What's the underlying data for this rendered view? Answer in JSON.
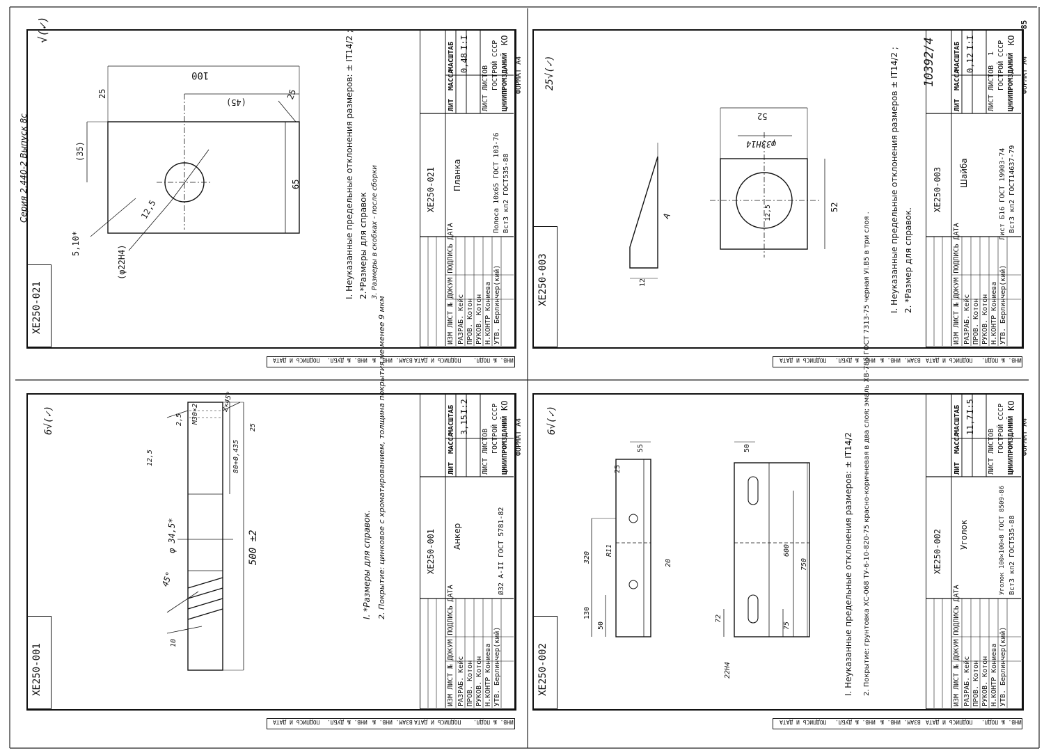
{
  "series_header": "Серия 2.440-2 Выпуск 8с",
  "sheet_number": "85",
  "archive_number": "10392/4",
  "common": {
    "format": "ФОРМАТ А4",
    "org": "ЦНИИПРОМЗДАНИЙ",
    "org2": "ГОСТРОЙ СССР",
    "lit_col": "ЛИТ",
    "mass_col": "МАССА",
    "scale_col": "МАСШТАБ",
    "sheet_col": "ЛИСТ",
    "sheets_col": "ЛИСТОВ",
    "sheets_val": "1",
    "lit_val": "КО",
    "rows": [
      "ИЗМ ЛИСТ № ДОКУМ ПОДПИСЬ ДАТА",
      "РАЗРАБ. Кейс",
      "ПРОВ. Котон",
      "РУКОВ. Котон",
      "Н.КОНТР Кониева",
      "УТВ. Берлинчер(кий)"
    ],
    "sig_strip": [
      "ИНВ. № ПОДЛ.",
      "ПОДПИСЬ И ДАТА",
      "ВЗАМ. ИНВ. №",
      "ИНВ. № ДУБЛ.",
      "ПОДПИСЬ И ДАТА"
    ]
  },
  "sheets": [
    {
      "id": "XE250-021",
      "code": "ХЕ250-021",
      "code_rot": "ХЕ250-021",
      "name": "Планка",
      "mass": "0,48",
      "scale": "I:I",
      "material1": "Полоса 10х65 ГОСТ 103-76",
      "material2": "Вст3 кп2 ГОСТ535-88",
      "roughness": "√(✓)",
      "notes": [
        "I. Неуказанные предельные отклонения размеров: ± IT14/2 ;",
        "2.*Размеры для справок",
        "3. Размеры в скобках - после сборки"
      ],
      "dims": [
        "100",
        "(45)",
        "(35)",
        "65",
        "25",
        "25",
        "5,10*",
        "12,5",
        "(φ22Н4)"
      ]
    },
    {
      "id": "XE250-003",
      "code": "ХЕ250-003",
      "code_rot": "ХЕ250-003",
      "name": "Шайба",
      "mass": "0,12",
      "scale": "I:I",
      "material1": "Лист Б16 ГОСТ 19903-74",
      "material2": "Вст3 кп2 ГОСТ14637-79",
      "roughness": "25√(✓)",
      "notes": [
        "I. Неуказанные предельные отклонения размеров ± IT14/2 ;",
        "2. *Размер для справок."
      ],
      "dims": [
        "52",
        "52",
        "φ33Н14",
        "12,5",
        "A",
        "12"
      ]
    },
    {
      "id": "XE250-001",
      "code": "ХЕ250-001",
      "code_rot": "ХЕ250-001",
      "name": "Анкер",
      "mass": "3,15",
      "scale": "I:2",
      "material1": "Ø32 А-II ГОСТ 5781-82",
      "material2": "",
      "roughness": "6√(✓)",
      "notes": [
        "I. *Размеры для справок.",
        "2. Покрытие: цинковое с хроматированием, толщина покрытия не менее 9 мкм"
      ],
      "dims": [
        "500 ±2",
        "М30×2",
        "2×45°",
        "φ 34,5*",
        "45°",
        "80+0,435",
        "2,5",
        "10",
        "12,5",
        "25"
      ]
    },
    {
      "id": "XE250-002",
      "code": "ХЕ250-002",
      "code_rot": "ХЕ250-002",
      "name": "Уголок",
      "mass": "11,7",
      "scale": "I:5",
      "material1": "Уголок 100×100×8 ГОСТ 8509-86",
      "material2": "Вст3 кп2 ГОСТ535-88",
      "roughness": "6√(✓)",
      "notes": [
        "I. Неуказанные предельные отклонения размеров: ± IT14/2",
        "2. Покрытие: грунтовка ХС-068 ТУ-6-10-820-75 красно-коричневая в два слоя; эмаль ХВ-785 ГОСТ 7313-75 черная УI.В5 в три слоя ."
      ],
      "dims": [
        "320",
        "600",
        "750",
        "75",
        "72",
        "50",
        "130",
        "55",
        "25",
        "R11",
        "20",
        "50",
        "22Н4"
      ]
    }
  ]
}
